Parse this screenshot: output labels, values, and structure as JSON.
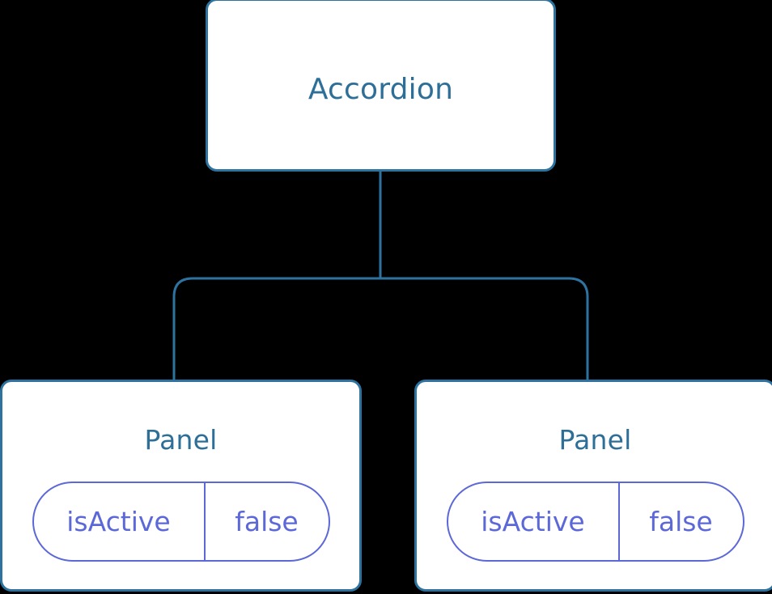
{
  "diagram": {
    "type": "component-tree",
    "background_color": "#000000",
    "node_fill": "#ffffff",
    "node_border_color": "#2e73a0",
    "title_color": "#2e6f97",
    "pill_color": "#5c68d8",
    "connector_color": "#2e73a0",
    "root": {
      "title": "Accordion"
    },
    "children": [
      {
        "title": "Panel",
        "state": {
          "key": "isActive",
          "value": "false"
        }
      },
      {
        "title": "Panel",
        "state": {
          "key": "isActive",
          "value": "false"
        }
      }
    ]
  }
}
